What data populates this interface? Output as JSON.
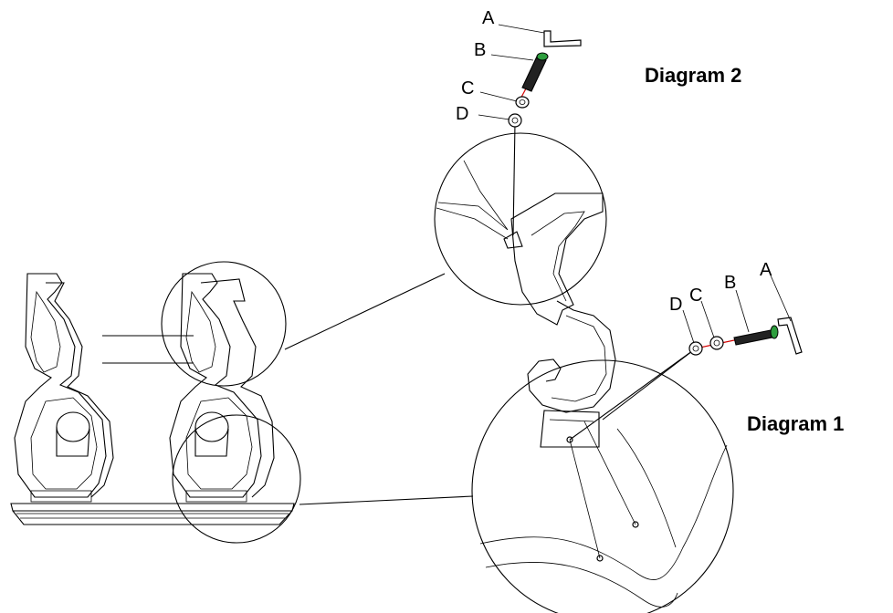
{
  "diagram": {
    "titles": {
      "diagram1": "Diagram 1",
      "diagram2": "Diagram 2"
    },
    "labels_top": {
      "a": "A",
      "b": "B",
      "c": "C",
      "d": "D"
    },
    "labels_right": {
      "a": "A",
      "b": "B",
      "c": "C",
      "d": "D"
    },
    "colors": {
      "line": "#000000",
      "accent_red": "#d40000",
      "accent_green": "#2e9e3e"
    }
  }
}
